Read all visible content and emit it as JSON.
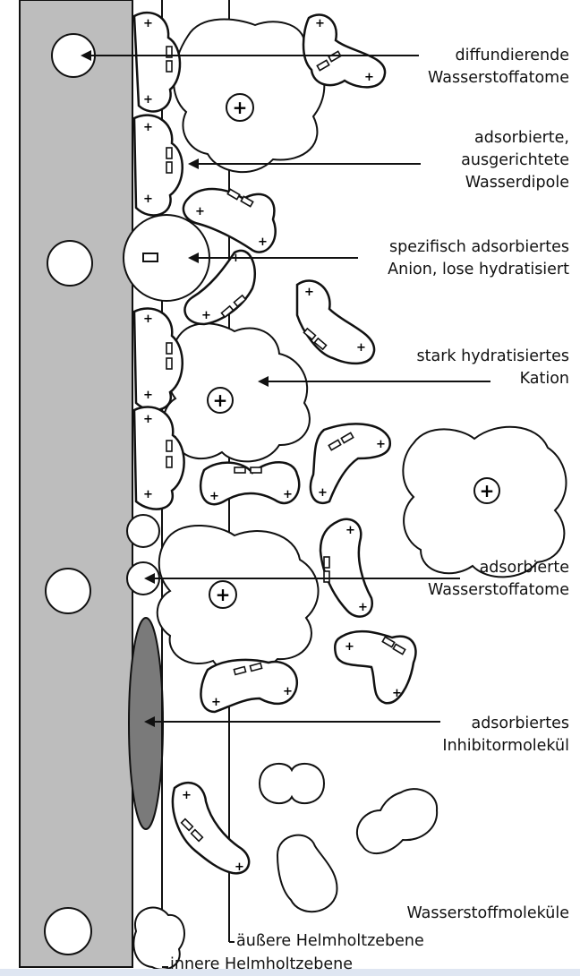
{
  "labels": {
    "diffusing_h_atoms": "diffundierende\nWasserstoffatome",
    "adsorbed_water_dipoles": "adsorbierte,\nausgerichtete\nWasserdipole",
    "specific_anion": "spezifisch adsorbiertes\nAnion, lose hydratisiert",
    "hydrated_cation": "stark hydratisiertes\nKation",
    "adsorbed_h_atoms": "adsorbierte\nWasserstoffatome",
    "inhibitor_molecule": "adsorbiertes\nInhibitormolekül",
    "hydrogen_molecules": "Wasserstoffmoleküle",
    "outer_helmholtz_plane": "äußere Helmholtzebene",
    "inner_helmholtz_plane": "innere Helmholtzebene"
  },
  "symbols": {
    "plus": "+",
    "minus": "−"
  },
  "colors": {
    "metal": "#bdbdbd",
    "inhibitor": "#7a7a7a",
    "outline": "#111111",
    "fill": "#ffffff",
    "bottom_strip": "#dfe6f2"
  }
}
